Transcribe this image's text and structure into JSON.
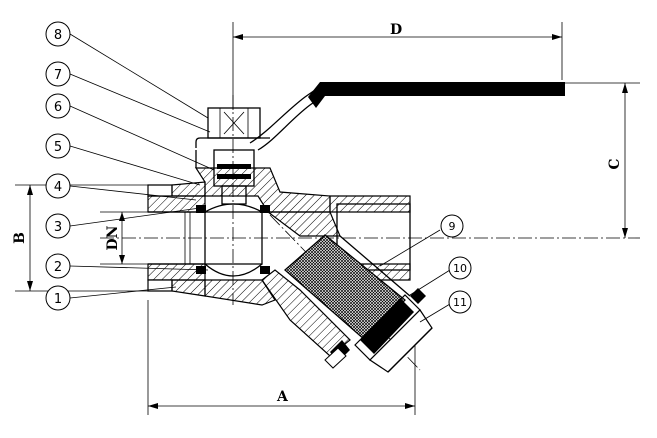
{
  "dimensions": {
    "A": "A",
    "B": "B",
    "C": "C",
    "D": "D",
    "DN": "DN"
  },
  "callouts": [
    "1",
    "2",
    "3",
    "4",
    "5",
    "6",
    "7",
    "8",
    "9",
    "10",
    "11"
  ]
}
